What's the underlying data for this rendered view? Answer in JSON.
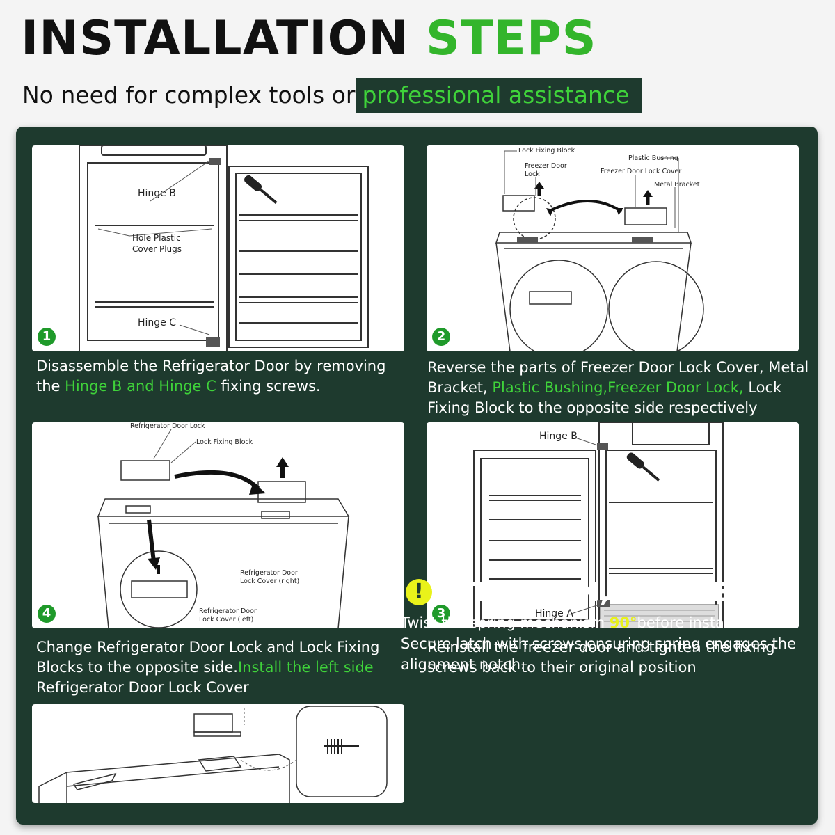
{
  "header": {
    "title_main": "INSTALLATION",
    "title_accent": "STEPS",
    "subtitle_plain": "No need for complex tools or",
    "subtitle_highlight": "professional assistance"
  },
  "steps": [
    {
      "badge": "1",
      "labels": {
        "hinge_b": "Hinge B",
        "hole_plugs_1": "Hole Plastic",
        "hole_plugs_2": "Cover Plugs",
        "hinge_c": "Hinge C"
      },
      "caption": {
        "part1": "Disassemble the Refrigerator Door by removing the ",
        "highlight": "Hinge B and Hinge C",
        "part2": " fixing screws."
      }
    },
    {
      "badge": "2",
      "labels": {
        "lock_fixing_block": "Lock Fixing Block",
        "freezer_door_lock_1": "Freezer Door",
        "freezer_door_lock_2": "Lock",
        "plastic_bushing": "Plastic Bushing",
        "freezer_door_lock_cover": "Freezer Door Lock Cover",
        "metal_bracket": "Metal Bracket"
      },
      "caption": {
        "part1": "Reverse the parts of Freezer Door Lock Cover, Metal Bracket, ",
        "highlight": "Plastic Bushing,Freezer Door Lock,",
        "part2": " Lock Fixing Block to the opposite side respectively"
      }
    },
    {
      "badge": "4",
      "labels": {
        "refrigerator_door_lock": "Refrigerator Door Lock",
        "lock_fixing_block": "Lock Fixing Block",
        "cover_right_1": "Refrigerator Door",
        "cover_right_2": "Lock Cover (right)",
        "cover_left_1": "Refrigerator Door",
        "cover_left_2": "Lock Cover (left)"
      },
      "caption": {
        "part1": "Change Refrigerator Door Lock and Lock Fixing Blocks to the opposite side.",
        "highlight": "Install the left side",
        "part2": " Refrigerator Door Lock Cover"
      }
    },
    {
      "badge": "3",
      "labels": {
        "hinge_b": "Hinge B",
        "hinge_a": "Hinge A"
      },
      "caption": {
        "part1": "Reinstall the freezer door and tighten the fixing screws back to their original position",
        "highlight": "",
        "part2": ""
      }
    }
  ],
  "attention": {
    "icon": "!",
    "title": "ATTENTION, PLEASE!",
    "line1_before": "Twist the spring mechanism ",
    "line1_highlight": "90°",
    "line1_after": "before installation.",
    "line2": "Secure latch with screws,ensuring spring engages the alignment notch."
  },
  "colors": {
    "panel": "#1e3a2e",
    "accent_green": "#33b52b",
    "caption_green": "#3fd23a",
    "badge_green": "#1f9a2a",
    "attention_yellow": "#e9f21a"
  }
}
